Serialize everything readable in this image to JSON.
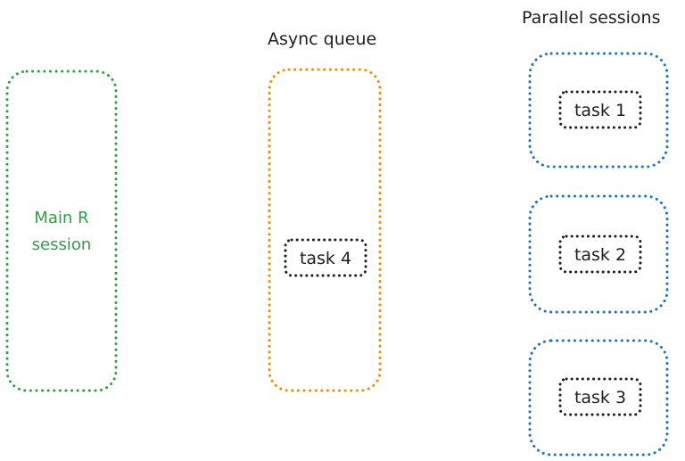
{
  "colors": {
    "main": "#2f9e44",
    "async": "#f08c00",
    "parallel": "#1971c2",
    "task": "#1e1e1e"
  },
  "labels": {
    "async_queue": "Async queue",
    "parallel_sessions": "Parallel sessions",
    "main_session_line1": "Main R",
    "main_session_line2": "session"
  },
  "tasks": {
    "task1": "task 1",
    "task2": "task 2",
    "task3": "task 3",
    "task4": "task 4"
  }
}
